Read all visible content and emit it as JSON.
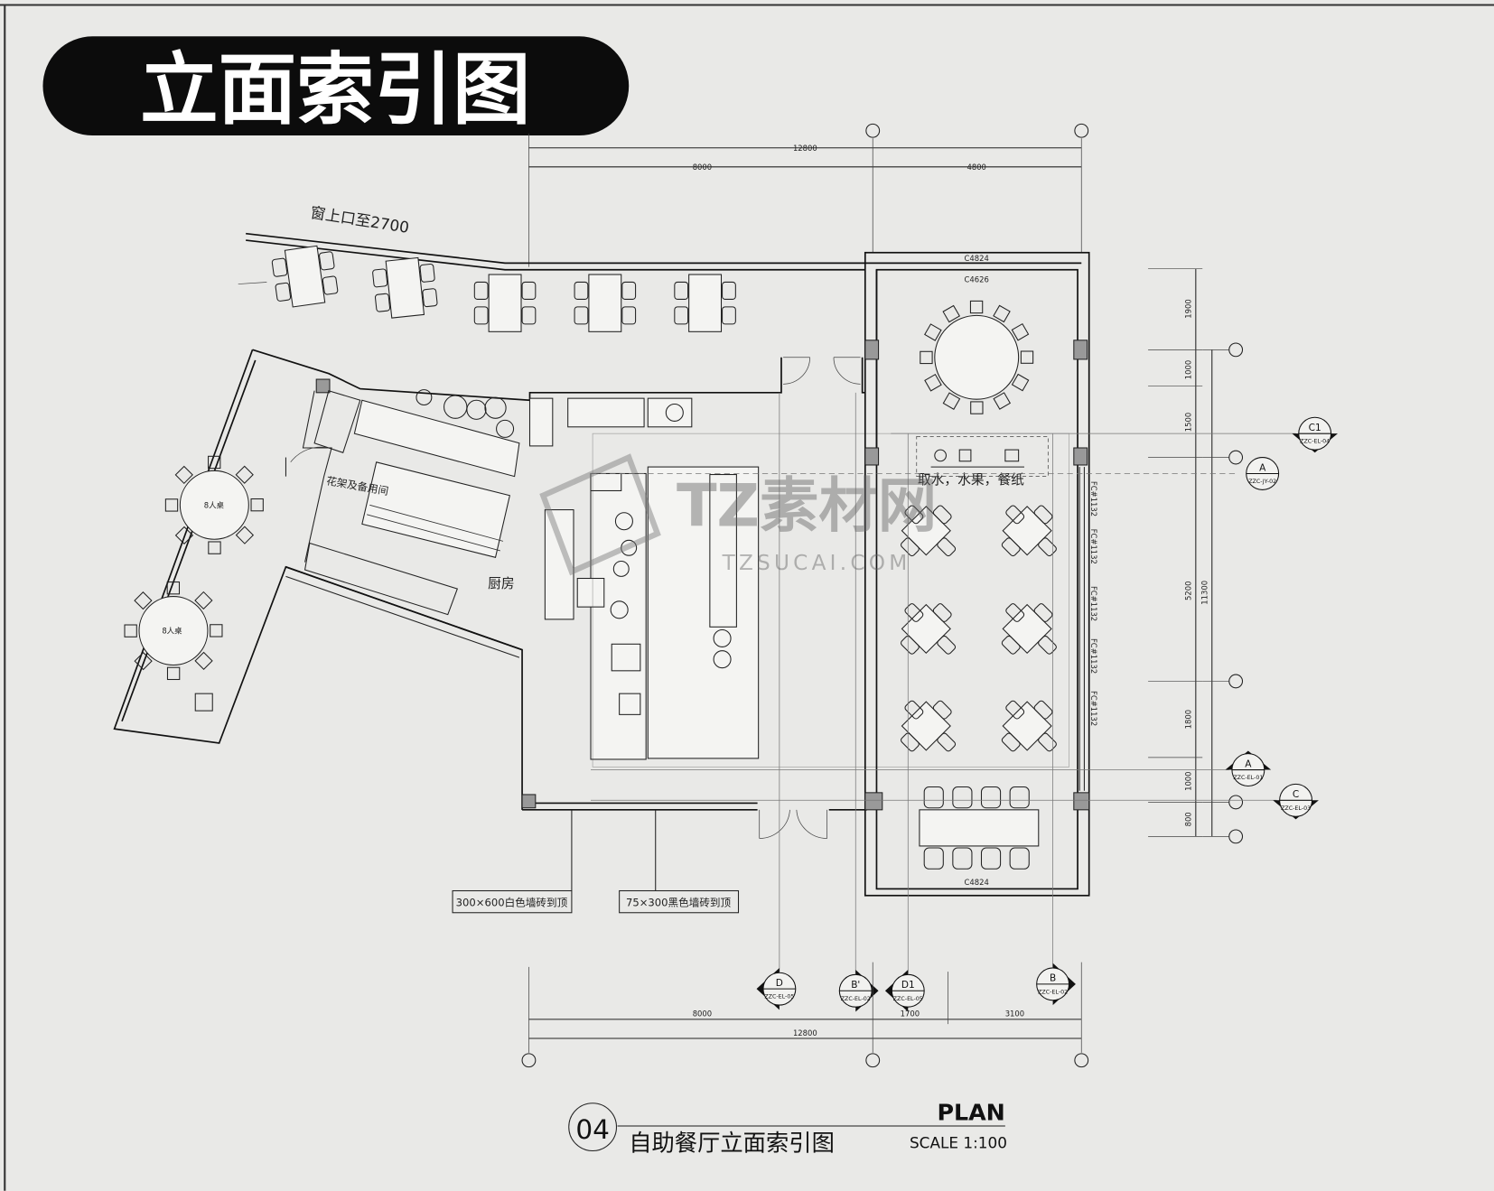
{
  "title": "立面索引图",
  "note_window": "窗上口至2700",
  "dims_top": {
    "total": "12800",
    "left": "8000",
    "right": "4800"
  },
  "dims_bottom": {
    "total": "12800",
    "left": "8000",
    "mid": "1700",
    "right": "3100"
  },
  "dims_right": {
    "total": "11300",
    "segments": [
      "1900",
      "1000",
      "1500",
      "5200",
      "1800",
      "1000",
      "800"
    ]
  },
  "windows": {
    "top_outer": "C4824",
    "top_inner": "C4626",
    "bottom": "C4824",
    "side": [
      "FC#1132",
      "FC#1132",
      "FC#1132",
      "FC#1132",
      "FC#1132"
    ]
  },
  "rooms": {
    "kitchen": "厨房",
    "storage": "花架及备用间",
    "buffet_counter": "取水，水果，餐纸",
    "table_8a": "8人桌",
    "table_8b": "8人桌"
  },
  "material_notes": [
    "300×600白色墙砖到顶",
    "75×300黑色墙砖到顶"
  ],
  "elevation_markers": [
    {
      "id": "C1",
      "ref": "ZZC-EL-04"
    },
    {
      "id": "A",
      "ref": "ZZC-JY-02"
    },
    {
      "id": "A",
      "ref": "ZZC-EL-01"
    },
    {
      "id": "C",
      "ref": "ZZC-EL-03"
    },
    {
      "id": "D",
      "ref": "ZZC-EL-05"
    },
    {
      "id": "B'",
      "ref": "ZZC-EL-02"
    },
    {
      "id": "D1",
      "ref": "ZZC-EL-05"
    },
    {
      "id": "B",
      "ref": "ZZC-EL-02"
    }
  ],
  "watermark": {
    "brand": "TZ素材网",
    "url": "TZSUCAI.COM"
  },
  "footer": {
    "number": "04",
    "title": "自助餐厅立面索引图",
    "plan": "PLAN",
    "scale": "SCALE 1:100"
  }
}
